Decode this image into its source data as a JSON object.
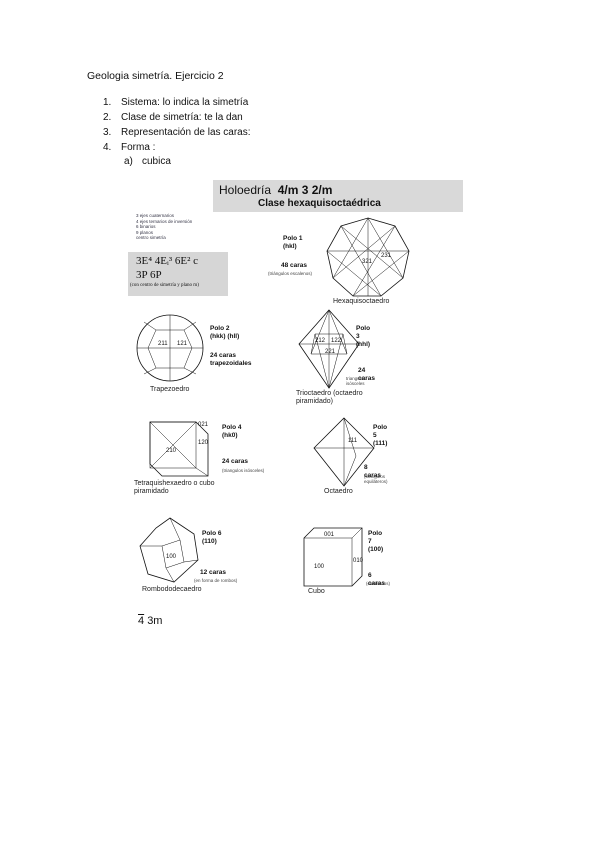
{
  "doc": {
    "title": "Geologia simetría. Ejercicio 2",
    "items": [
      {
        "num": "1.",
        "text": "Sistema: lo indica la simetría"
      },
      {
        "num": "2.",
        "text": "Clase de simetría: te la dan"
      },
      {
        "num": "3.",
        "text": "Representación de las caras:"
      },
      {
        "num": "4.",
        "text": "Forma :"
      }
    ],
    "sub": {
      "label": "a)",
      "text": "cubica"
    },
    "footer": {
      "bar": "4",
      "rest": "3m"
    }
  },
  "plate": {
    "banner_title": "Holoedría",
    "banner_sym": "4/m 3  2/m",
    "banner_class": "Clase hexaquisoctaédrica",
    "elements": [
      "3 ejes cuaternarios",
      "4 ejes ternarios de inversión",
      "6 binarios",
      "9 planos",
      "centro simetría"
    ],
    "sym_line1": "3E⁴  4Eᵢ³  6E²  c",
    "sym_line2": "3P          6P",
    "sym_note": "(con centro de simetría y plano m)",
    "forms": [
      {
        "pole": "Polo 1",
        "index": "(hkl)",
        "faces": "48 caras",
        "faces_note": "(triángulos escalenos)",
        "name": "Hexaquisoctaedro",
        "labels": [
          "321",
          "231"
        ]
      },
      {
        "pole": "Polo 2",
        "index": "(hkk) (hll)",
        "faces": "24 caras trapezoidales",
        "faces_note": "",
        "name": "Trapezoedro",
        "labels": [
          "211",
          "121"
        ]
      },
      {
        "pole": "Polo 3",
        "index": "(hhl)",
        "faces": "24 caras",
        "faces_note": "triangulos isósceles",
        "name": "Trioctaedro (octaedro piramidado)",
        "labels": [
          "212",
          "122",
          "221"
        ]
      },
      {
        "pole": "Polo 4",
        "index": "(hk0)",
        "faces": "24 caras",
        "faces_note": "(triangulos isósceles)",
        "name": "Tetraquishexaedro o cubo piramidado",
        "labels": [
          "021",
          "120",
          "210"
        ]
      },
      {
        "pole": "Polo 5",
        "index": "(111)",
        "faces": "8 caras",
        "faces_note": "(triangulos equiláteros)",
        "name": "Octaedro",
        "labels": [
          "111"
        ]
      },
      {
        "pole": "Polo 6",
        "index": "(110)",
        "faces": "12 caras",
        "faces_note": "(en forma de rombos)",
        "name": "Rombododecaedro",
        "labels": [
          "100"
        ]
      },
      {
        "pole": "Polo 7",
        "index": "(100)",
        "faces": "6 caras",
        "faces_note": "(cuadrados)",
        "name": "Cubo",
        "labels": [
          "001",
          "010",
          "100"
        ]
      }
    ]
  }
}
